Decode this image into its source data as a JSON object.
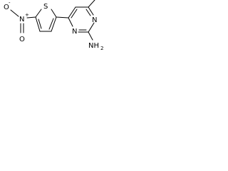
{
  "molecule": {
    "atoms": {
      "oxygen_left": "O",
      "oxygen_minus": "-",
      "nitro_nitrogen": "N",
      "nitro_plus": "+",
      "oxygen_bottom": "O",
      "sulfur": "S",
      "ring_nitrogen_top": "N",
      "ring_nitrogen_bottom": "N",
      "amine": "NH",
      "amine_subscript": "2"
    },
    "colors": {
      "line": "#000000",
      "background": "#ffffff"
    }
  }
}
